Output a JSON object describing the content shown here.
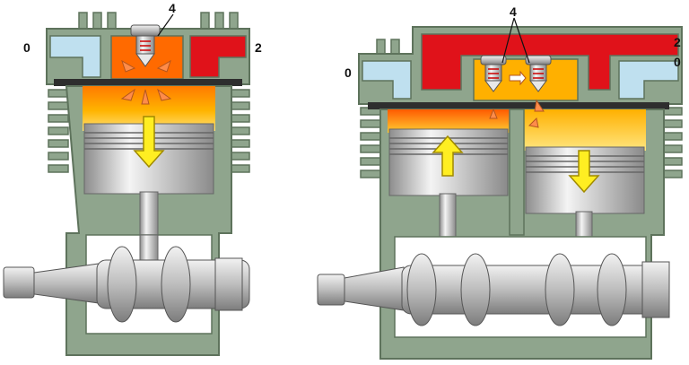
{
  "labels": {
    "left_unit": {
      "inlet": "0",
      "outlet": "2",
      "valve": "4"
    },
    "right_unit": {
      "inlet_left": "0",
      "inlet_right": "0",
      "outlet": "2",
      "valve": "4"
    }
  },
  "colors": {
    "housing": "#8fa58d",
    "housing_outline": "#5e735c",
    "inlet_channel": "#bfe0ef",
    "outlet_channel": "#e0121a",
    "hot_gas": "#ff8a00",
    "warm_gas": "#ffd24a",
    "piston": "#c8c8c8",
    "motion_arrow": "#ffee22",
    "flow_arrow": "#ff8c4a"
  }
}
